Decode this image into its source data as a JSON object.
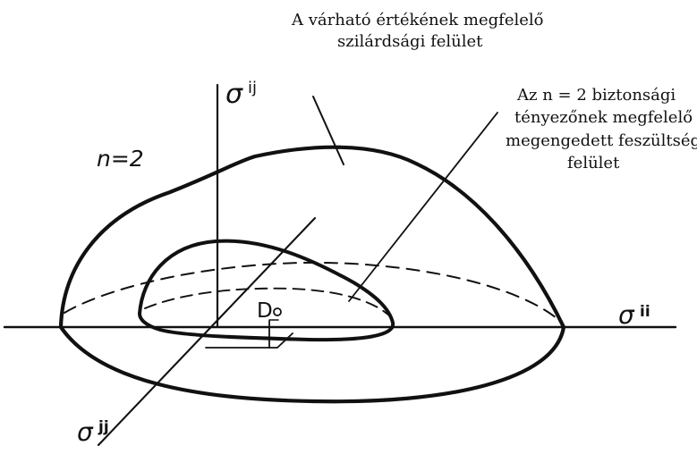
{
  "diagram": {
    "top_label": {
      "line1": "A várható értékének megfelelő",
      "line2": "szilárdsági felület"
    },
    "right_label": {
      "line1": "Az n = 2 biztonsági",
      "line2": "tényezőnek megfelelő",
      "line3": "megengedett feszültségi",
      "line4": "felület"
    },
    "n_label": "n=2",
    "point_label": "D",
    "axis_labels": {
      "vertical": "σ",
      "vertical_sup": "ij",
      "horizontal": "σ",
      "horizontal_sup": "ii",
      "diagonal": "σ",
      "diagonal_sup": "jj"
    },
    "colors": {
      "ink": "#111111",
      "background": "#ffffff"
    }
  }
}
